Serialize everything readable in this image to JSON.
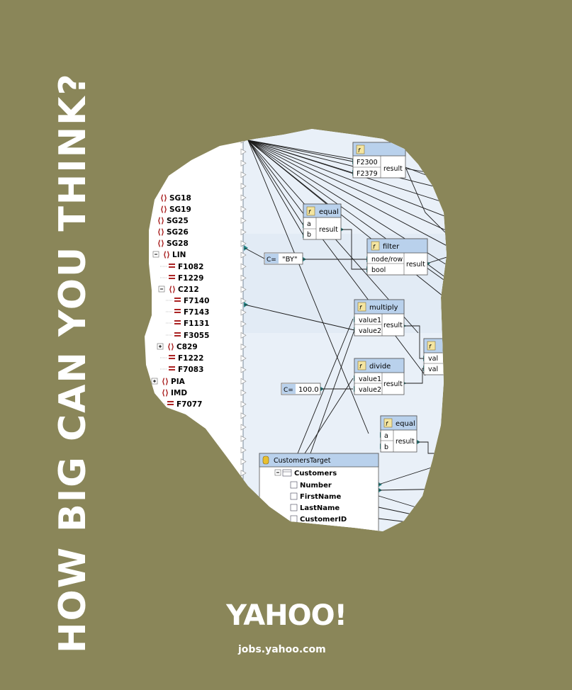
{
  "poster": {
    "headline": "HOW BIG CAN YOU THINK?",
    "logo_text": "YAHOO!",
    "url": "jobs.yahoo.com",
    "colors": {
      "background": "#8a8659",
      "text": "#ffffff",
      "panel": "#eef3fa",
      "node_header": "#b9d1ec",
      "tree_text": "#000000",
      "element_icon": "#aa2222"
    }
  },
  "tree": {
    "items": [
      {
        "label": "SG18",
        "icon": "element-icon"
      },
      {
        "label": "SG19",
        "icon": "element-icon"
      },
      {
        "label": "SG25",
        "icon": "element-icon"
      },
      {
        "label": "SG26",
        "icon": "element-icon"
      },
      {
        "label": "SG28",
        "icon": "element-icon"
      },
      {
        "label": "LIN",
        "icon": "element-icon"
      },
      {
        "label": "F1082",
        "icon": "field-icon"
      },
      {
        "label": "F1229",
        "icon": "field-icon"
      },
      {
        "label": "C212",
        "icon": "element-icon"
      },
      {
        "label": "F7140",
        "icon": "field-icon"
      },
      {
        "label": "F7143",
        "icon": "field-icon"
      },
      {
        "label": "F1131",
        "icon": "field-icon"
      },
      {
        "label": "F3055",
        "icon": "field-icon"
      },
      {
        "label": "C829",
        "icon": "element-icon"
      },
      {
        "label": "F1222",
        "icon": "field-icon"
      },
      {
        "label": "F7083",
        "icon": "field-icon"
      },
      {
        "label": "PIA",
        "icon": "element-icon"
      },
      {
        "label": "IMD",
        "icon": "element-icon"
      },
      {
        "label": "F7077",
        "icon": "field-icon"
      }
    ]
  },
  "nodes": {
    "top": {
      "icon": "function-icon",
      "inputs": [
        "F2300",
        "F2379"
      ],
      "output": "result"
    },
    "equal1": {
      "title": "equal",
      "icon": "function-icon",
      "inputs": [
        "a",
        "b"
      ],
      "output": "result"
    },
    "filter": {
      "title": "filter",
      "icon": "function-icon",
      "inputs": [
        "node/row",
        "bool"
      ],
      "output": "result"
    },
    "const_by": {
      "prefix": "C=",
      "value": "\"BY\""
    },
    "multiply": {
      "title": "multiply",
      "icon": "function-icon",
      "inputs": [
        "value1",
        "value2"
      ],
      "output": "result"
    },
    "divide": {
      "title": "divide",
      "icon": "function-icon",
      "inputs": [
        "value1",
        "value2"
      ],
      "output": "result"
    },
    "const_100": {
      "prefix": "C=",
      "value": "100.0"
    },
    "partial": {
      "inputs": [
        "val",
        "val"
      ]
    },
    "equal2": {
      "title": "equal",
      "icon": "function-icon",
      "inputs": [
        "a",
        "b"
      ],
      "output": "result"
    }
  },
  "target": {
    "title": "CustomersTarget",
    "root": "Customers",
    "fields": [
      "Number",
      "FirstName",
      "LastName",
      "CustomerID"
    ]
  }
}
